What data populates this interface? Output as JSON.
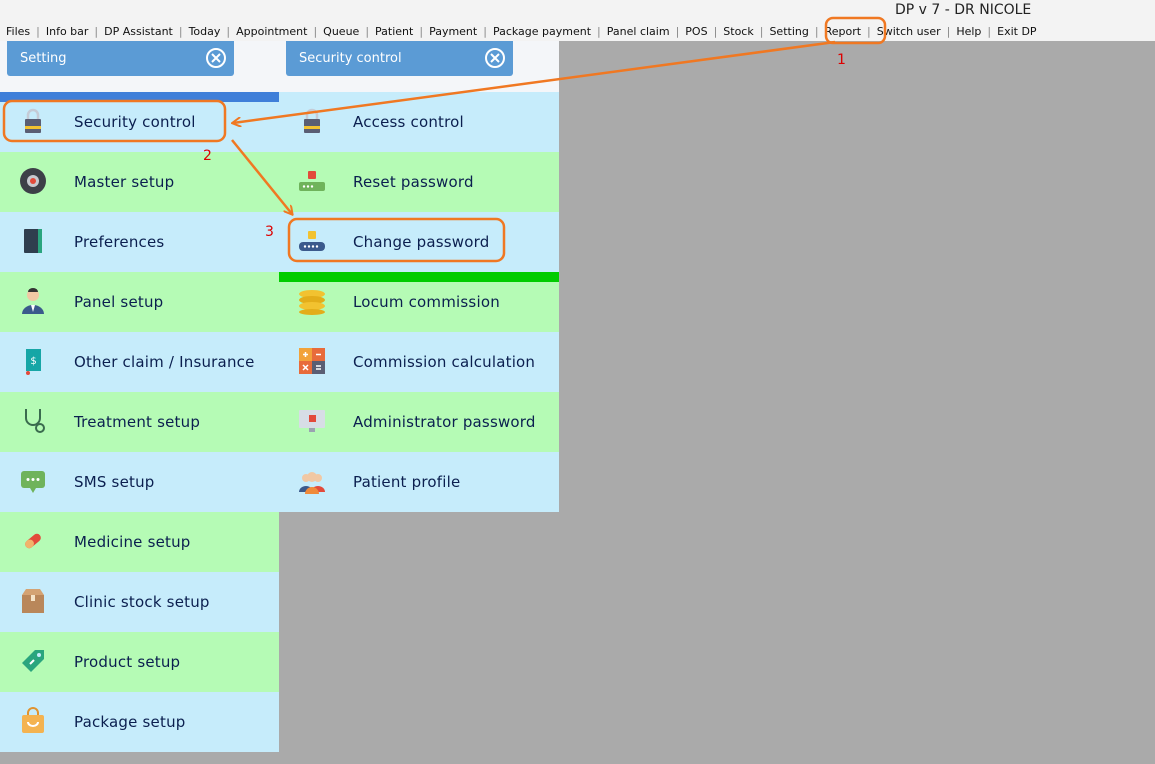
{
  "window": {
    "title": "DP v 7 - DR NICOLE"
  },
  "menubar": {
    "items": [
      "Files",
      "Info bar",
      "DP Assistant",
      "Today",
      "Appointment",
      "Queue",
      "Patient",
      "Payment",
      "Package payment",
      "Panel claim",
      "POS",
      "Stock",
      "Setting",
      "Report",
      "Switch user",
      "Help",
      "Exit DP"
    ]
  },
  "left_panel": {
    "header": "Setting",
    "items": [
      {
        "label": "Security control",
        "icon": "padlock-icon"
      },
      {
        "label": "Master setup",
        "icon": "gear-icon"
      },
      {
        "label": "Preferences",
        "icon": "notebook-icon"
      },
      {
        "label": "Panel setup",
        "icon": "user-icon"
      },
      {
        "label": "Other claim / Insurance",
        "icon": "dollar-book-icon"
      },
      {
        "label": "Treatment setup",
        "icon": "stethoscope-icon"
      },
      {
        "label": "SMS setup",
        "icon": "chat-icon"
      },
      {
        "label": "Medicine setup",
        "icon": "pill-icon"
      },
      {
        "label": "Clinic stock setup",
        "icon": "box-icon"
      },
      {
        "label": "Product setup",
        "icon": "tag-icon"
      },
      {
        "label": "Package setup",
        "icon": "bag-icon"
      }
    ]
  },
  "right_panel": {
    "header": "Security control",
    "items": [
      {
        "label": "Access control",
        "icon": "padlock-icon"
      },
      {
        "label": "Reset password",
        "icon": "password-reset-icon"
      },
      {
        "label": "Change password",
        "icon": "password-change-icon"
      },
      {
        "label": "Locum commission",
        "icon": "coins-icon"
      },
      {
        "label": "Commission calculation",
        "icon": "calculator-icon"
      },
      {
        "label": "Administrator password",
        "icon": "monitor-lock-icon"
      },
      {
        "label": "Patient profile",
        "icon": "patients-icon"
      }
    ]
  },
  "annotations": {
    "step1": "1",
    "step2": "2",
    "step3": "3",
    "color": "#f07822"
  },
  "colors": {
    "row_blue": "#c6ecfb",
    "row_green": "#b5fbb5",
    "header_blue": "#5b9bd5",
    "accent_green": "#00cc00"
  }
}
